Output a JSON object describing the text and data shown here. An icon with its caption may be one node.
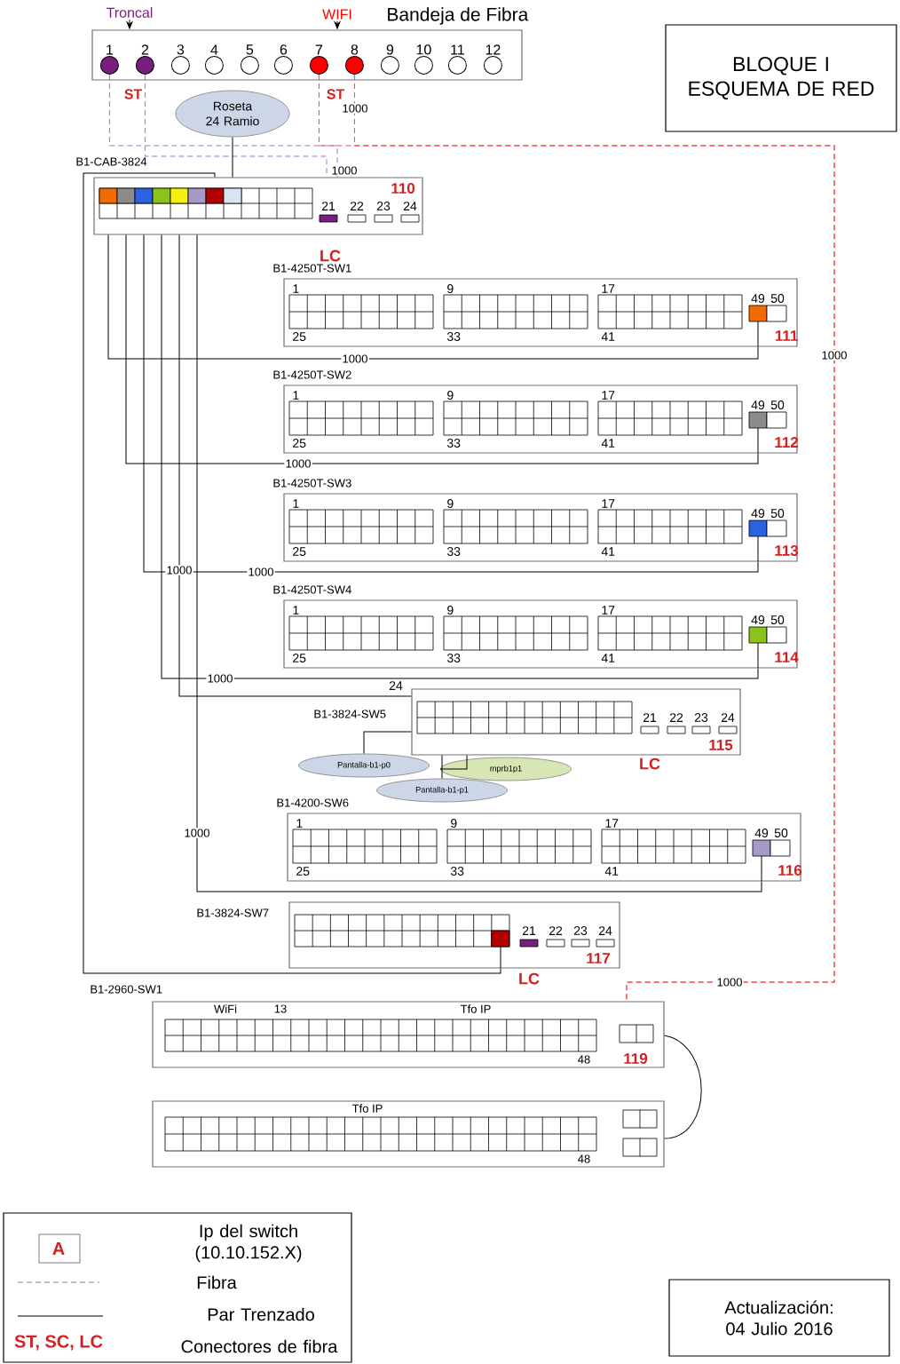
{
  "diagram": {
    "nodes": [
      {
        "text": [
          "Troncal"
        ]
      },
      {
        "text": [
          "WIFI"
        ]
      },
      {
        "text": [
          "Bandeja de Fibra"
        ]
      },
      {
        "text": [
          "1"
        ],
        "in": 2
      },
      {
        "text": [
          "2"
        ],
        "in": 2
      },
      {
        "text": [
          "3"
        ],
        "in": 2
      },
      {
        "text": [
          "4"
        ],
        "in": 2
      },
      {
        "text": [
          "5"
        ],
        "in": 2
      },
      {
        "text": [
          "6"
        ],
        "in": 2
      },
      {
        "text": [
          "7"
        ],
        "in": 2
      },
      {
        "text": [
          "8"
        ],
        "in": 2
      },
      {
        "text": [
          "9"
        ],
        "in": 2
      },
      {
        "text": [
          "10"
        ],
        "in": 2
      },
      {
        "text": [
          "11"
        ],
        "in": 2
      },
      {
        "text": [
          "12"
        ],
        "in": 2
      },
      {
        "text": [
          "BLOQUE I ESQUEMA DE RED"
        ]
      },
      {
        "text": [
          "Roseta 24 Ramio"
        ]
      },
      {
        "text": [
          "B1-CAB-3824",
          "110",
          "21",
          "22",
          "23",
          "24"
        ]
      },
      {
        "text": [
          "B1-4250T-SW1",
          "1",
          "9",
          "17",
          "49",
          "50",
          "25",
          "33",
          "41",
          "111"
        ]
      },
      {
        "text": [
          "B1-4250T-SW2",
          "1",
          "9",
          "17",
          "49",
          "50",
          "25",
          "33",
          "41",
          "112"
        ]
      },
      {
        "text": [
          "B1-4250T-SW3",
          "1",
          "9",
          "17",
          "49",
          "50",
          "25",
          "33",
          "41",
          "113"
        ]
      },
      {
        "text": [
          "B1-4250T-SW4",
          "1",
          "9",
          "17",
          "49",
          "50",
          "25",
          "33",
          "41",
          "114"
        ]
      },
      {
        "text": [
          "B1-3824-SW5",
          "21",
          "22",
          "23",
          "24",
          "115"
        ]
      },
      {
        "text": [
          "Pantalla-b1-p0"
        ]
      },
      {
        "text": [
          "mprb1p1"
        ]
      },
      {
        "text": [
          "Pantalla-b1-p1"
        ]
      },
      {
        "text": [
          "B1-4200-SW6",
          "1",
          "9",
          "17",
          "49",
          "50",
          "25",
          "33",
          "41",
          "116"
        ]
      },
      {
        "text": [
          "B1-3824-SW7",
          "21",
          "22",
          "23",
          "24",
          "117"
        ]
      },
      {
        "text": [
          "B1-2960-SW1",
          "WiFi",
          "13",
          "Tfo IP",
          "48",
          "119"
        ]
      },
      {
        "text": [
          "Tfo IP",
          "48"
        ]
      },
      {
        "text": [
          "Actualización: 04 Julio 2016"
        ]
      }
    ],
    "edges": [
      {
        "from": 0,
        "to": 2,
        "arrow": "to"
      },
      {
        "from": 1,
        "to": 2,
        "arrow": "to"
      },
      {
        "from": 3,
        "to": 17,
        "arrow": "none",
        "label": "1000",
        "style": "dashed",
        "color": "#a070d0"
      },
      {
        "from": 4,
        "to": 17,
        "arrow": "none",
        "style": "dashed",
        "color": "#a070d0"
      },
      {
        "from": 9,
        "to": 28,
        "arrow": "none",
        "label": "1000",
        "style": "dashed",
        "color": "#ff4040"
      },
      {
        "from": 10,
        "to": 28,
        "arrow": "none",
        "label": "1000",
        "style": "dashed",
        "color": "#ff4040"
      },
      {
        "from": 16,
        "to": 17,
        "arrow": "none"
      },
      {
        "from": 17,
        "to": 18,
        "arrow": "none",
        "label": "1000"
      },
      {
        "from": 17,
        "to": 19,
        "arrow": "none",
        "label": "1000"
      },
      {
        "from": 17,
        "to": 20,
        "arrow": "none",
        "label": "1000"
      },
      {
        "from": 17,
        "to": 21,
        "arrow": "none",
        "label": "1000"
      },
      {
        "from": 17,
        "to": 22,
        "arrow": "none"
      },
      {
        "from": 17,
        "to": 26,
        "arrow": "none",
        "label": "1000"
      },
      {
        "from": 17,
        "to": 27,
        "arrow": "none"
      },
      {
        "from": 22,
        "to": 23,
        "arrow": "none"
      },
      {
        "from": 22,
        "to": 24,
        "arrow": "none"
      },
      {
        "from": 22,
        "to": 25,
        "arrow": "none"
      },
      {
        "from": 28,
        "to": 29,
        "arrow": "none"
      }
    ],
    "labels": [
      "ST",
      "ST",
      "LC",
      "1000",
      "1000",
      "24",
      "LC",
      "LC",
      "A",
      "ST, SC, LC"
    ],
    "legend": [
      {
        "text": "Ip del switch (10.10.152.X)"
      },
      {
        "text": "Fibra"
      },
      {
        "text": "Par Trenzado"
      },
      {
        "text": "Conectores de fibra"
      }
    ]
  }
}
